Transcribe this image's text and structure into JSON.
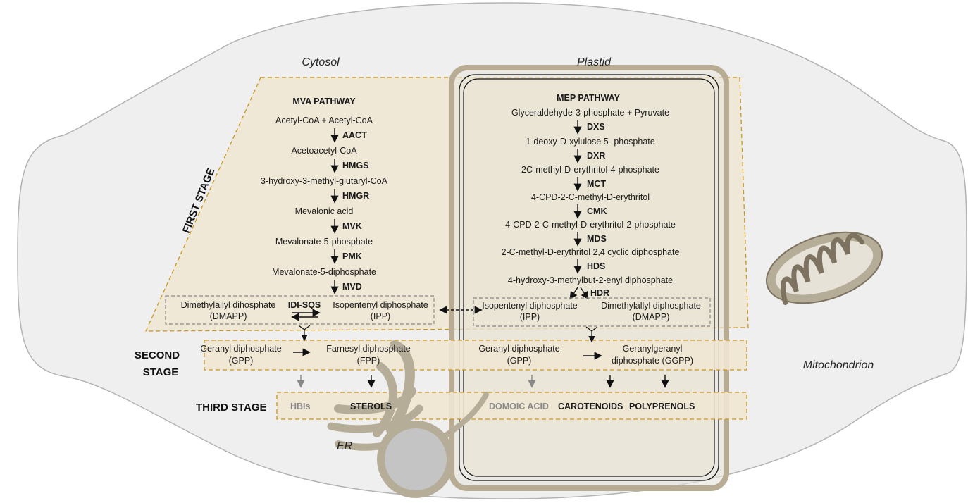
{
  "compartments": {
    "cytosol": "Cytosol",
    "plastid": "Plastid",
    "mitochondrion": "Mitochondrion",
    "er": "ER"
  },
  "stages": {
    "first": "FIRST STAGE",
    "second_line1": "SECOND",
    "second_line2": "STAGE",
    "third": "THIRD STAGE"
  },
  "mva": {
    "title": "MVA PATHWAY",
    "metabolites": [
      "Acetyl-CoA + Acetyl-CoA",
      "Acetoacetyl-CoA",
      "3-hydroxy-3-methyl-glutaryl-CoA",
      "Mevalonic acid",
      "Mevalonate-5-phosphate",
      "Mevalonate-5-diphosphate"
    ],
    "enzymes": [
      "AACT",
      "HMGS",
      "HMGR",
      "MVK",
      "PMK",
      "MVD"
    ]
  },
  "mep": {
    "title": "MEP PATHWAY",
    "metabolites": [
      "Glyceraldehyde-3-phosphate + Pyruvate",
      "1-deoxy-D-xylulose 5- phosphate",
      "2C-methyl-D-erythritol-4-phosphate",
      "4-CPD-2-C-methyl-D-erythritol",
      "4-CPD-2-C-methyl-D-erythritol-2-phosphate",
      "2-C-methyl-D-erythritol 2,4 cyclic diphosphate",
      "4-hydroxy-3-methylbut-2-enyl diphosphate"
    ],
    "enzymes": [
      "DXS",
      "DXR",
      "MCT",
      "CMK",
      "MDS",
      "HDS",
      "HDR"
    ]
  },
  "cyto_isoprene": {
    "dmapp_name": "Dimethylallyl dihosphate",
    "dmapp_abbr": "(DMAPP)",
    "enzyme": "IDI-SQS",
    "ipp_name": "Isopentenyl diphosphate",
    "ipp_abbr": "(IPP)"
  },
  "plastid_isoprene": {
    "ipp_name": "Isopentenyl diphosphate",
    "ipp_abbr": "(IPP)",
    "dmapp_name": "Dimethylallyl diphosphate",
    "dmapp_abbr": "(DMAPP)"
  },
  "second_stage": {
    "cyto_gpp": "Geranyl diphosphate",
    "cyto_gpp_abbr": "(GPP)",
    "cyto_fpp": "Farnesyl diphosphate",
    "cyto_fpp_abbr": "(FPP)",
    "plastid_gpp": "Geranyl diphosphate",
    "plastid_gpp_abbr": "(GPP)",
    "plastid_ggpp_1": "Geranylgeranyl",
    "plastid_ggpp_2": "diphosphate (GGPP)"
  },
  "third_stage": {
    "hbis": "HBIs",
    "sterols": "STEROLS",
    "domoic": "DOMOIC ACID",
    "carotenoids": "CAROTENOIDS",
    "polyprenols": "POLYPRENOLS"
  },
  "colors": {
    "cell_fill": "#efefef",
    "stage_fill": "#f0e6d2",
    "stage_border": "#c9961f",
    "plastid_outer": "#b8ad94",
    "er_fill": "#b5ad98",
    "grey_text": "#8a8a8a"
  }
}
